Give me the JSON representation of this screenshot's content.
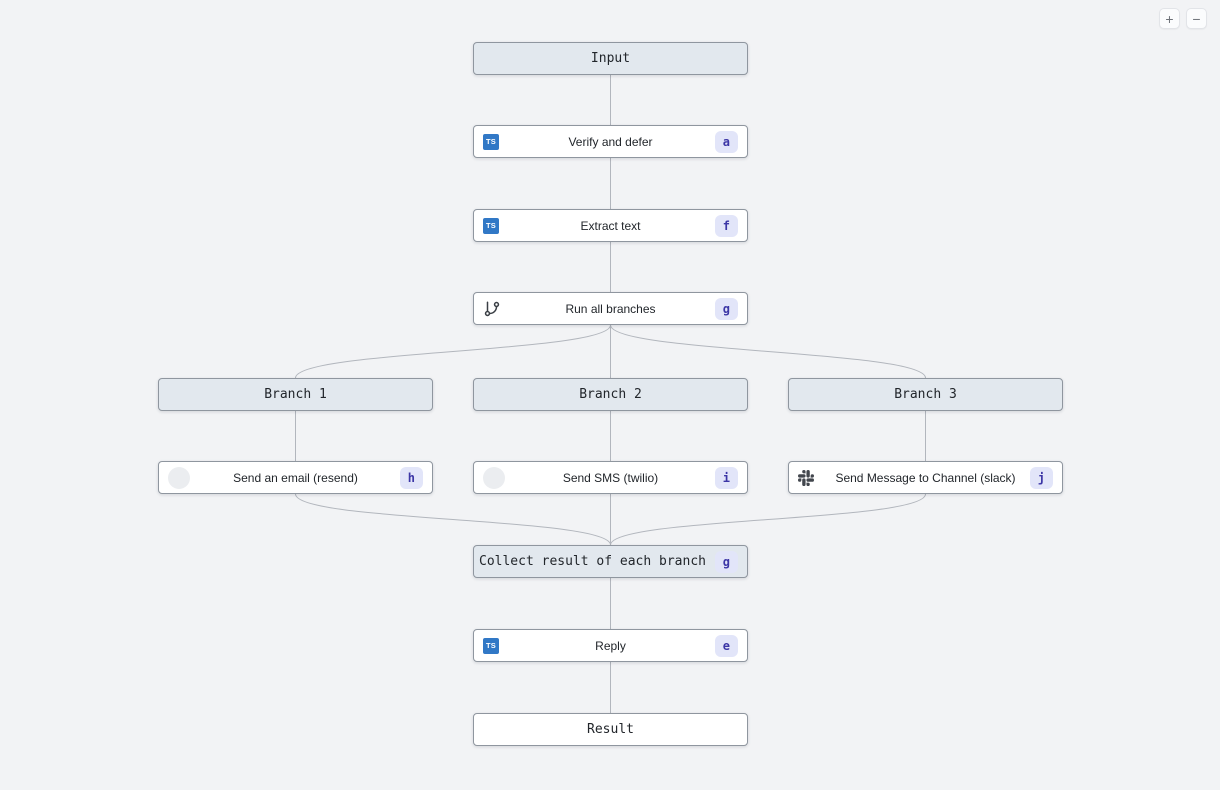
{
  "controls": {
    "zoom_in": "+",
    "zoom_out": "−"
  },
  "icons": {
    "typescript_label": "TS"
  },
  "colors": {
    "canvas_bg": "#f2f3f5",
    "edge": "#b2b6bd",
    "node_border": "#8f969f",
    "group_node_bg": "#e2e8ee",
    "step_node_bg": "#ffffff",
    "badge_bg": "#e2e5f9",
    "badge_text": "#3c36a6",
    "typescript_icon_bg": "#3178c6",
    "slack_icon": "#42464d"
  },
  "nodes": [
    {
      "id": "input",
      "label": "Input",
      "kind": "group"
    },
    {
      "id": "verify",
      "label": "Verify and defer",
      "badge": "a",
      "icon": "typescript"
    },
    {
      "id": "extract",
      "label": "Extract text",
      "badge": "f",
      "icon": "typescript"
    },
    {
      "id": "run-branches",
      "label": "Run all branches",
      "badge": "g",
      "icon": "git-branch"
    },
    {
      "id": "branch-1",
      "label": "Branch 1",
      "kind": "group"
    },
    {
      "id": "branch-2",
      "label": "Branch 2",
      "kind": "group"
    },
    {
      "id": "branch-3",
      "label": "Branch 3",
      "kind": "group"
    },
    {
      "id": "send-email",
      "label": "Send an email (resend)",
      "badge": "h",
      "icon": "placeholder"
    },
    {
      "id": "send-sms",
      "label": "Send SMS (twilio)",
      "badge": "i",
      "icon": "placeholder"
    },
    {
      "id": "send-slack",
      "label": "Send Message to Channel (slack)",
      "badge": "j",
      "icon": "slack"
    },
    {
      "id": "collect",
      "label": "Collect result of each branch",
      "badge": "g",
      "kind": "group"
    },
    {
      "id": "reply",
      "label": "Reply",
      "badge": "e",
      "icon": "typescript"
    },
    {
      "id": "result",
      "label": "Result",
      "kind": "end"
    }
  ]
}
